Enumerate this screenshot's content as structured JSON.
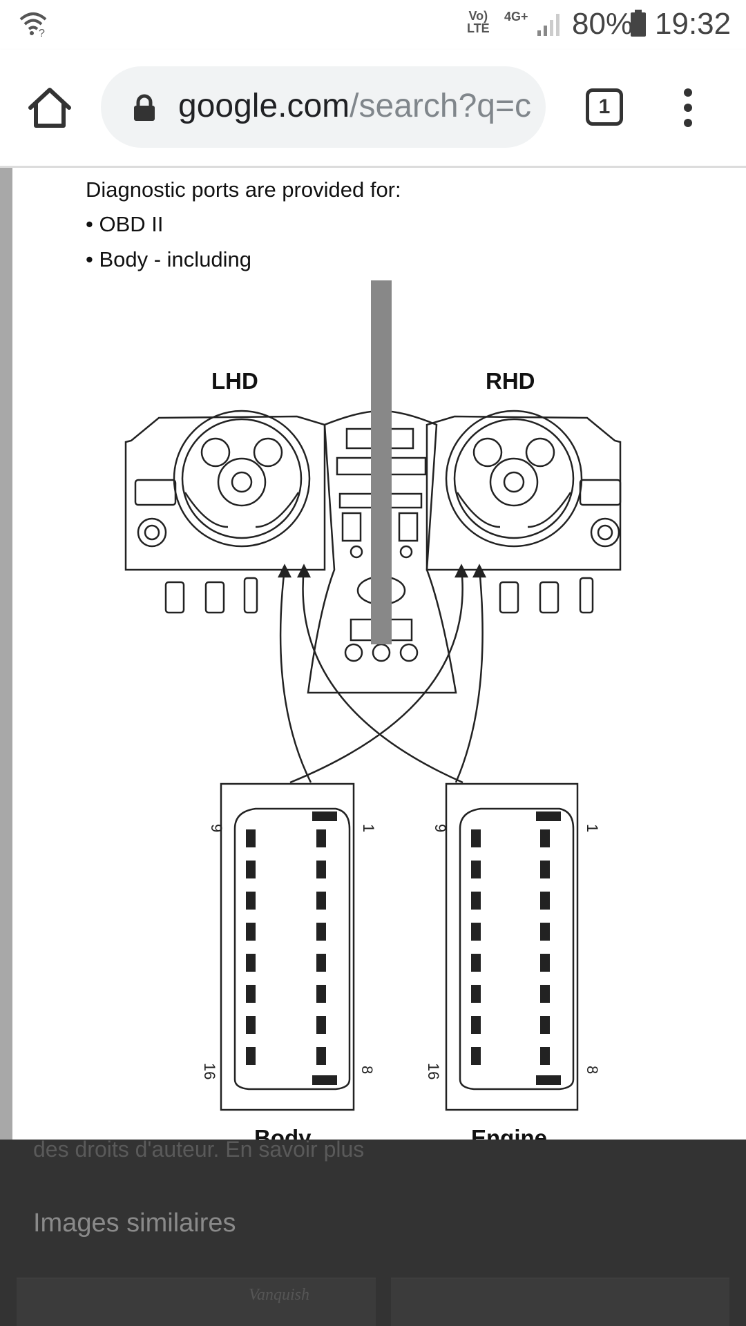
{
  "status_bar": {
    "network_type": "Vo)",
    "network_sub": "LTE",
    "data_type": "4G+",
    "battery_percent": "80%",
    "time": "19:32"
  },
  "toolbar": {
    "url_host": "google.com",
    "url_path": "/search?q=c",
    "tab_count": "1"
  },
  "document": {
    "heading": "Diagnostic ports are provided for:",
    "bullets": [
      "• OBD II",
      "• Body - including"
    ],
    "label_lhd": "LHD",
    "label_rhd": "RHD",
    "port_left": {
      "pin_top_left": "9",
      "pin_top_right": "1",
      "pin_bottom_left": "16",
      "pin_bottom_right": "8"
    },
    "port_right": {
      "pin_top_left": "9",
      "pin_top_right": "1",
      "pin_bottom_left": "16",
      "pin_bottom_right": "8"
    },
    "caption_left": "Body",
    "caption_right": "Engine"
  },
  "overlay": {
    "copyright_text": "des droits d'auteur. En savoir plus",
    "similar_title": "Images similaires",
    "thumb_text": "Vanquish"
  }
}
